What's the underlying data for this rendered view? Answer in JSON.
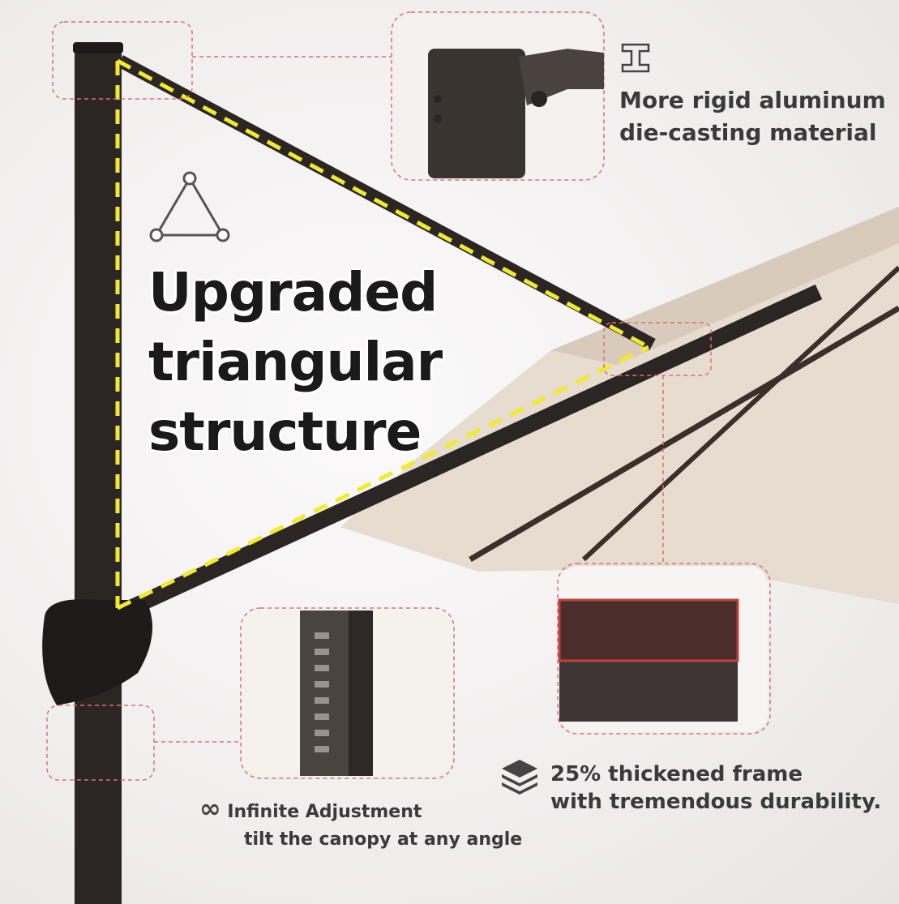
{
  "headline": {
    "line1": "Upgraded",
    "line2": "triangular",
    "line3": "structure"
  },
  "features": {
    "material": {
      "icon": "i-beam-icon",
      "line1": "More rigid aluminum",
      "line2": "die-casting material"
    },
    "frame": {
      "icon": "layers-icon",
      "line1": "25% thickened frame",
      "line2": "with tremendous durability."
    },
    "adjustment": {
      "icon": "infinity-icon",
      "symbol": "∞",
      "line1": "Infinite  Adjustment",
      "line2": "tilt the canopy at any angle"
    }
  },
  "colors": {
    "accent_dash": "#f2ea2a",
    "callout": "#e07070",
    "frame": "#2b2523",
    "canopy": "#e6dccf"
  }
}
